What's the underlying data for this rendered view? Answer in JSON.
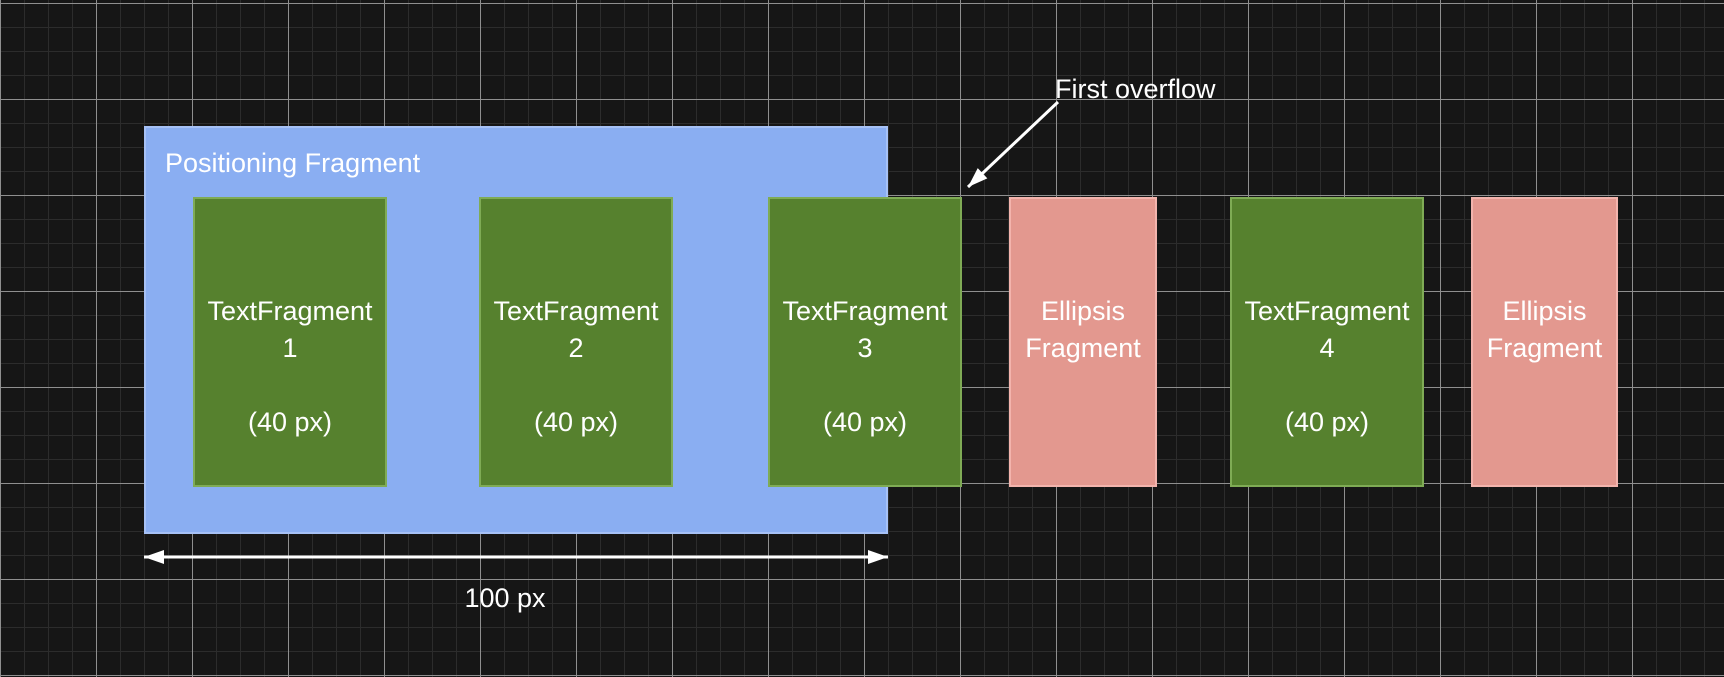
{
  "colors": {
    "bg": "#161616",
    "grid-minor": "#2c2c2c",
    "grid-major": "#8f8f8f",
    "container-fill": "#8aaef2",
    "container-border": "#a6c1f6",
    "text-fragment-fill": "#56812e",
    "text-fragment-border": "#7fab55",
    "ellipsis-fill": "#e3988f",
    "ellipsis-border": "#f3b4ad",
    "text": "#ffffff",
    "arrow": "#ffffff"
  },
  "container": {
    "label": "Positioning Fragment"
  },
  "green_fragments": [
    {
      "label": "TextFragment",
      "index": "1",
      "size": "(40 px)"
    },
    {
      "label": "TextFragment",
      "index": "2",
      "size": "(40 px)"
    },
    {
      "label": "TextFragment",
      "index": "3",
      "size": "(40 px)"
    },
    {
      "label": "TextFragment",
      "index": "4",
      "size": "(40 px)"
    }
  ],
  "ellipsis_fragments": [
    {
      "label": "Ellipsis Fragment"
    },
    {
      "label": "Ellipsis Fragment"
    }
  ],
  "annotations": {
    "overflow_label": "First overflow",
    "width_label": "100 px"
  }
}
